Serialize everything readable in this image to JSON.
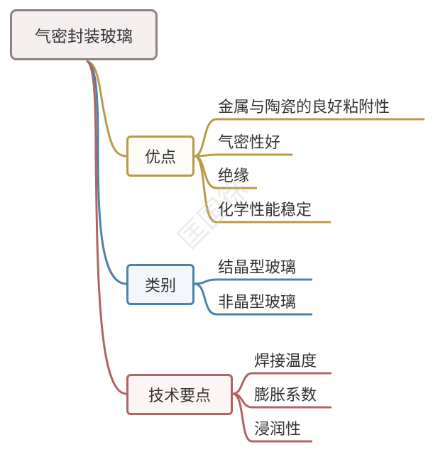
{
  "root": {
    "label": "气密封装玻璃",
    "color": "#8c8280"
  },
  "branches": [
    {
      "label": "优点",
      "color": "#b89a4a",
      "children": [
        "金属与陶瓷的良好粘附性",
        "气密性好",
        "绝缘",
        "化学性能稳定"
      ]
    },
    {
      "label": "类别",
      "color": "#4a84a8",
      "children": [
        "结晶型玻璃",
        "非晶型玻璃"
      ]
    },
    {
      "label": "技术要点",
      "color": "#b06464",
      "children": [
        "焊接温度",
        "膨胀系数",
        "浸润性"
      ]
    }
  ],
  "watermark": "匡国徐"
}
